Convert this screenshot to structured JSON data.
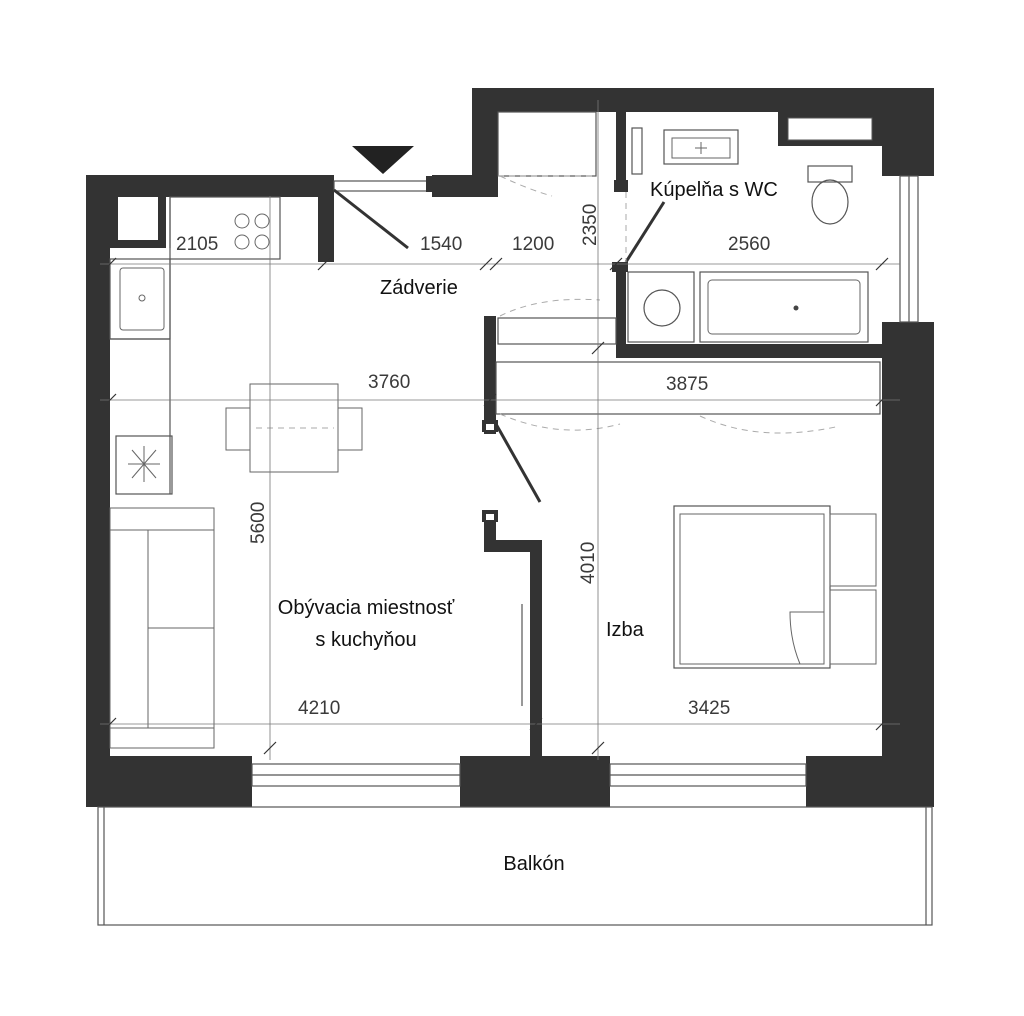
{
  "rooms": {
    "entry": "Zádverie",
    "bathroom": "Kúpelňa s WC",
    "living_line1": "Obývacia miestnosť",
    "living_line2": "s kuchyňou",
    "bedroom": "Izba",
    "balcony": "Balkón"
  },
  "dimensions": {
    "kitchen_width": "2105",
    "entry_width_a": "1540",
    "entry_width_b": "1200",
    "entry_depth": "2350",
    "bath_width": "2560",
    "living_width_top": "3760",
    "bedroom_width_top": "3875",
    "living_height": "5600",
    "bedroom_height": "4010",
    "living_width_bottom": "4210",
    "bedroom_width_bottom": "3425"
  },
  "colors": {
    "wall": "#333333",
    "line": "#555555"
  }
}
